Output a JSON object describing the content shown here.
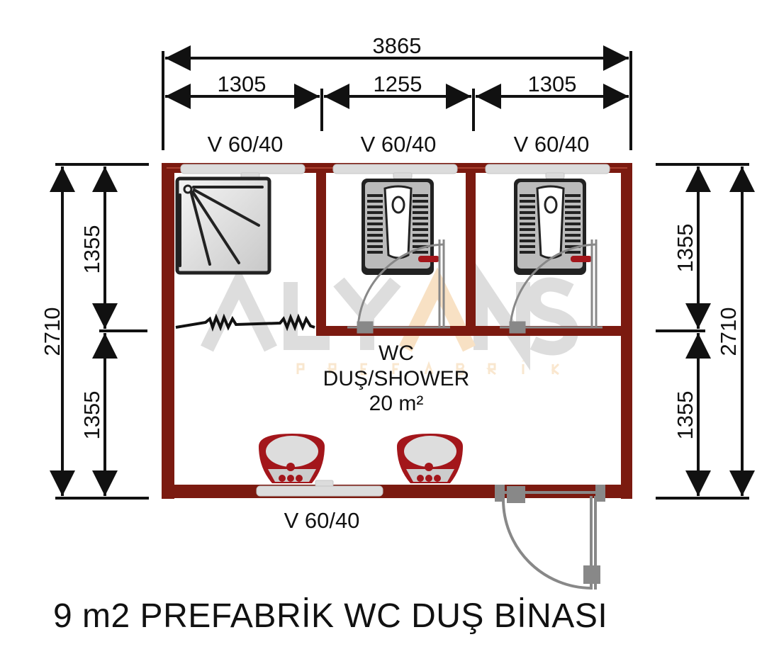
{
  "title": "9 m2 PREFABRİK WC DUŞ BİNASI",
  "dimensions": {
    "total_width": "3865",
    "segments": [
      "1305",
      "1255",
      "1305"
    ],
    "total_depth_left": "2710",
    "total_depth_right": "2710",
    "left_segments": [
      "1355",
      "1355"
    ],
    "right_segments": [
      "1355",
      "1355"
    ]
  },
  "windows": {
    "top": [
      "V 60/40",
      "V 60/40",
      "V 60/40"
    ],
    "bottom": "V 60/40"
  },
  "room": {
    "line1": "WC",
    "line2": "DUŞ/SHOWER",
    "area": "20 m²"
  },
  "watermark": {
    "brand": "ALYANS",
    "sub": "PREFABRİK"
  },
  "colors": {
    "wall": "#7b1a10",
    "fixture_red": "#a3161b",
    "fixture_gray": "#d9d9d9",
    "door_gray": "#8a8a8a"
  }
}
